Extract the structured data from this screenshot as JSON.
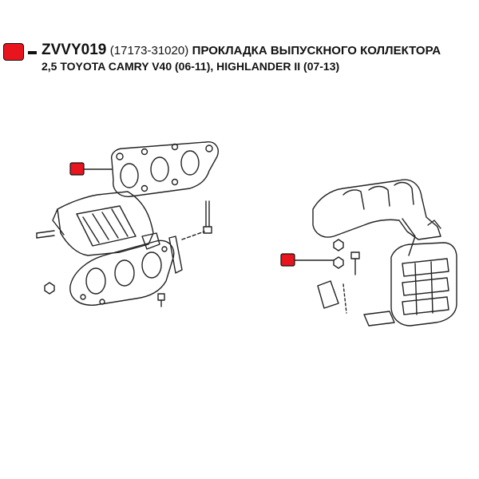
{
  "legend": {
    "code": "ZVVY019",
    "part_number": "(17173-31020)",
    "description": "ПРОКЛАДКА ВЫПУСКНОГО КОЛЛЕКТОРА",
    "applications": "2,5 TOYOTA CAMRY V40 (06-11), HIGHLANDER II (07-13)"
  },
  "colors": {
    "marker": "#e8141e",
    "line": "#222222"
  }
}
